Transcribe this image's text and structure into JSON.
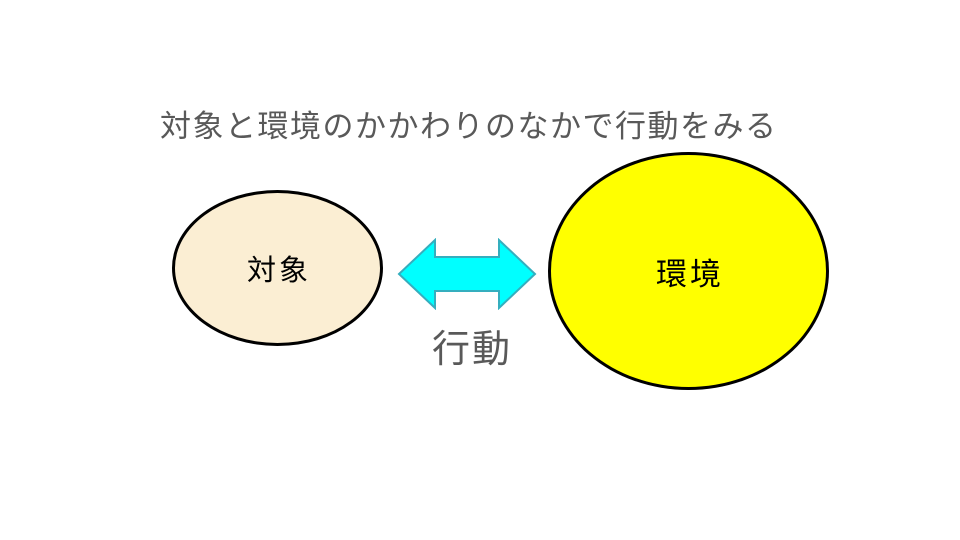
{
  "slide": {
    "title": "対象と環境のかかわりのなかで行動をみる",
    "title_color": "#595959",
    "background_color": "#FFFFFF"
  },
  "diagram": {
    "subject_ellipse": {
      "label": "対象",
      "fill": "#FBEED3",
      "stroke": "#000000",
      "label_color": "#000000"
    },
    "environment_ellipse": {
      "label": "環境",
      "fill": "#FFFF00",
      "stroke": "#000000",
      "label_color": "#000000"
    },
    "arrow": {
      "label": "行動",
      "type": "double-headed-horizontal",
      "fill": "#00FFFF",
      "stroke": "#35AEBE",
      "label_color": "#595959"
    }
  }
}
